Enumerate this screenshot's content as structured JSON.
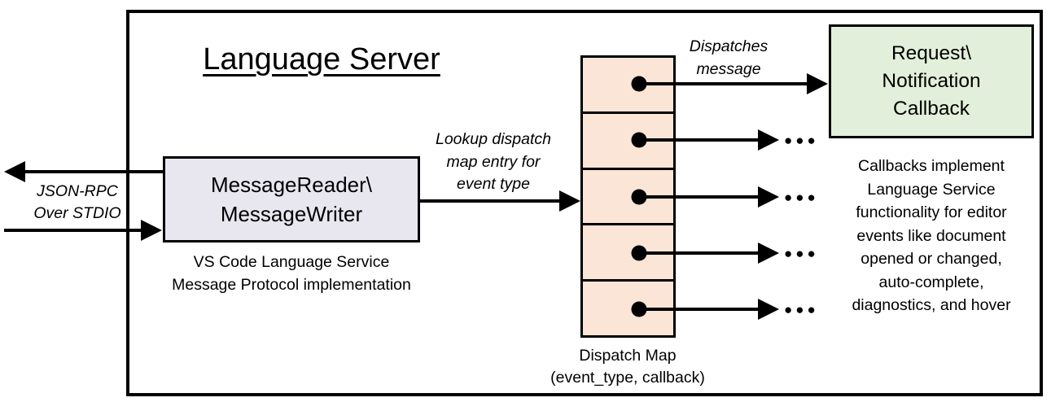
{
  "diagram": {
    "title": "Language Server",
    "io_arrow_label": "JSON-RPC\nOver STDIO",
    "reader_box": {
      "label": "MessageReader\\\nMessageWriter",
      "caption": "VS Code Language Service\nMessage Protocol implementation",
      "fill": "#e8e7f0"
    },
    "lookup_arrow_label": "Lookup dispatch\nmap entry for\nevent type",
    "dispatch_map": {
      "cell_count": 5,
      "fill": "#fbe5d6",
      "caption": "Dispatch Map\n(event_type, callback)"
    },
    "dispatches_arrow_label": "Dispatches\nmessage",
    "callback_box": {
      "label": "Request\\\nNotification\nCallback",
      "fill": "#e2efda"
    },
    "callback_caption": "Callbacks implement\nLanguage Service\nfunctionality for editor\nevents like document\nopened or changed,\nauto-complete,\ndiagnostics, and hover",
    "ellipsis": "●●●",
    "line_color": "#000000",
    "border_color": "#000000"
  }
}
